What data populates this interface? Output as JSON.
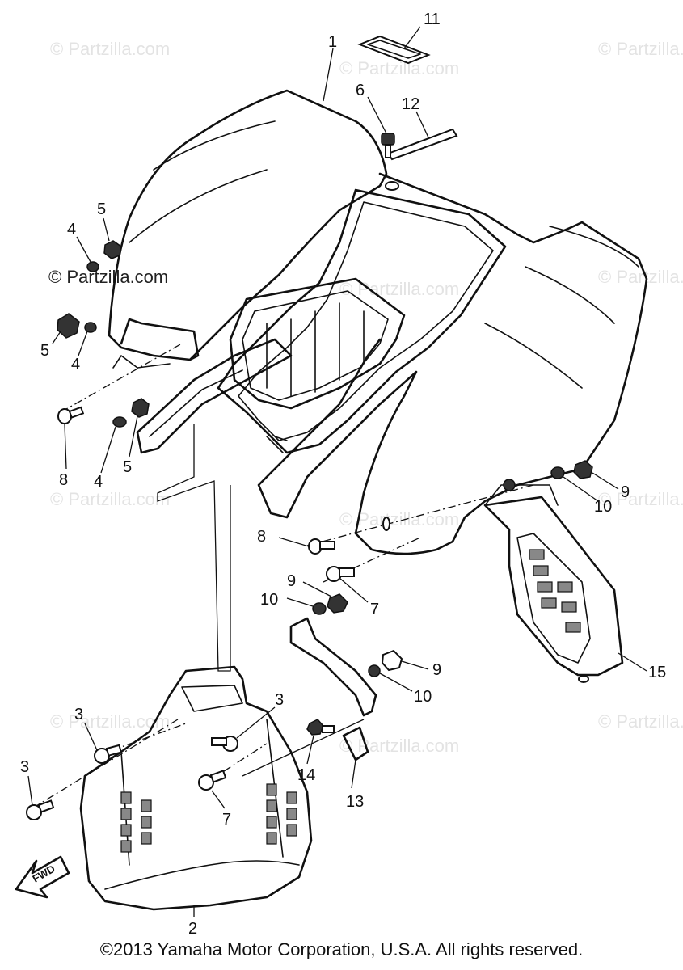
{
  "watermark": "© Partzilla.com",
  "callouts": [
    "11",
    "1",
    "6",
    "12",
    "5",
    "4",
    "4",
    "5",
    "8",
    "4",
    "5",
    "9",
    "10",
    "8",
    "7",
    "9",
    "10",
    "9",
    "10",
    "15",
    "3",
    "3",
    "3",
    "7",
    "14",
    "13",
    "2"
  ],
  "fwd_label": "FWD",
  "copyright": "©2013 Yamaha Motor Corporation, U.S.A. All rights reserved."
}
